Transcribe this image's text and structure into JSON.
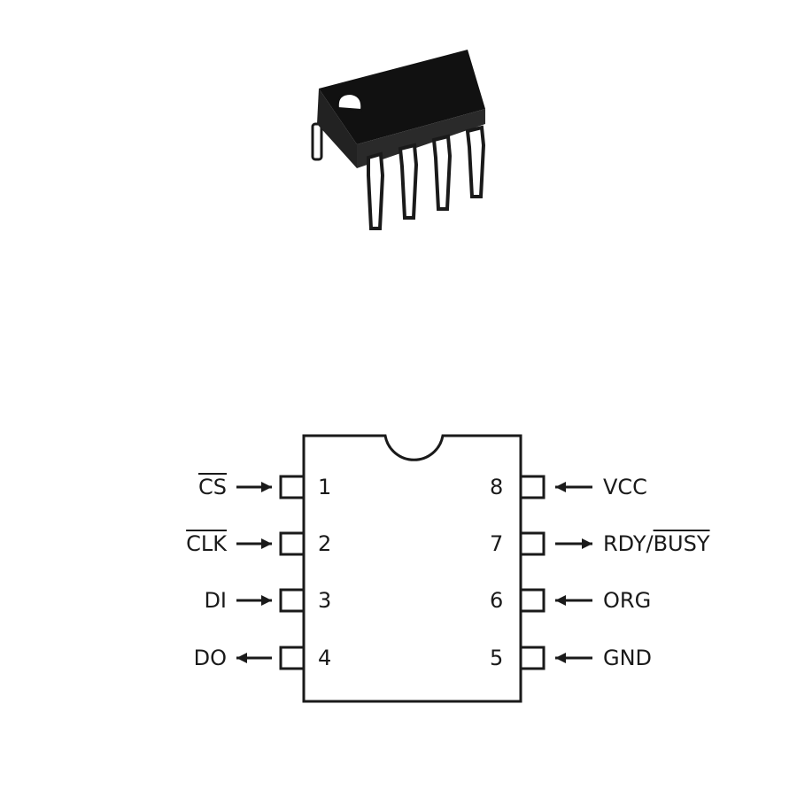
{
  "colors": {
    "ink": "#1a1a1a",
    "background": "#ffffff"
  },
  "pins": [
    {
      "number": "1",
      "pre": "",
      "overbar": "CS",
      "post": "",
      "direction": "in"
    },
    {
      "number": "2",
      "pre": "",
      "overbar": "CLK",
      "post": "",
      "direction": "in"
    },
    {
      "number": "3",
      "pre": "DI",
      "overbar": "",
      "post": "",
      "direction": "in"
    },
    {
      "number": "4",
      "pre": "DO",
      "overbar": "",
      "post": "",
      "direction": "out"
    },
    {
      "number": "5",
      "pre": "GND",
      "overbar": "",
      "post": "",
      "direction": "in"
    },
    {
      "number": "6",
      "pre": "ORG",
      "overbar": "",
      "post": "",
      "direction": "in"
    },
    {
      "number": "7",
      "pre": "RDY/",
      "overbar": "BUSY",
      "post": "",
      "direction": "out"
    },
    {
      "number": "8",
      "pre": "VCC",
      "overbar": "",
      "post": "",
      "direction": "in"
    }
  ]
}
